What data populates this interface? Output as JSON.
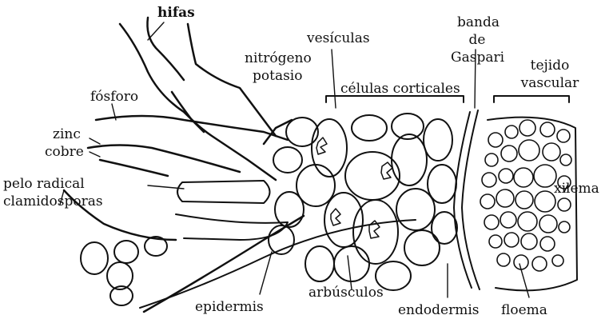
{
  "labels": {
    "hifas": "hifas",
    "vesiculas": "vesículas",
    "banda": "banda",
    "de": "de",
    "gaspari": "Gaspari",
    "nitrogeno": "nitrógeno",
    "potasio": "potasio",
    "celulas_corticales": "células corticales",
    "tejido": "tejido",
    "vascular": "vascular",
    "fosforo": "fósforo",
    "zinc": "zinc",
    "cobre": "cobre",
    "pelo_radical": "pelo radical",
    "clamidosporas": "clamidosporas",
    "xilema": "xilema",
    "epidermis": "epidermis",
    "arbusculos": "arbúsculos",
    "endodermis": "endodermis",
    "floema": "floema"
  },
  "colors": {
    "ink": "#111111",
    "background": "#ffffff"
  }
}
